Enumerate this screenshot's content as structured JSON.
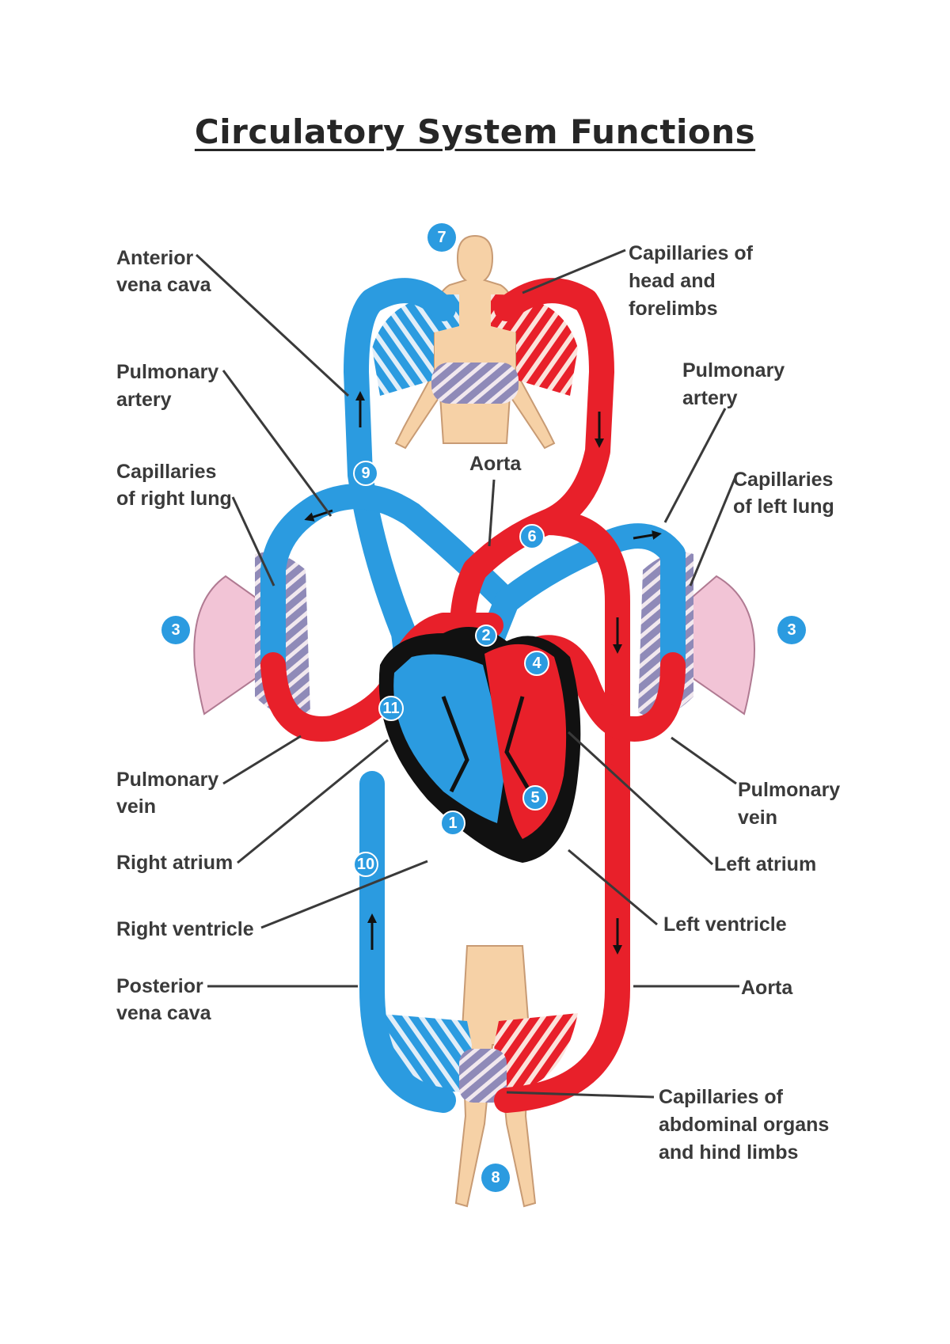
{
  "page": {
    "title": "Circulatory System Functions"
  },
  "labels": {
    "anterior_vena_cava": [
      "Anterior",
      "vena cava"
    ],
    "capillaries_head": [
      "Capillaries of",
      "head and",
      "forelimbs"
    ],
    "pulmonary_artery_left": [
      "Pulmonary",
      "artery"
    ],
    "pulmonary_artery_right": [
      "Pulmonary",
      "artery"
    ],
    "capillaries_right_lung": [
      "Capillaries",
      "of right lung"
    ],
    "aorta_top": "Aorta",
    "capillaries_left_lung": [
      "Capillaries",
      "of left lung"
    ],
    "pulmonary_vein_left": [
      "Pulmonary",
      "vein"
    ],
    "pulmonary_vein_right": [
      "Pulmonary",
      "vein"
    ],
    "right_atrium": "Right atrium",
    "left_atrium": "Left atrium",
    "right_ventricle": "Right ventricle",
    "left_ventricle": "Left ventricle",
    "posterior_vena_cava": [
      "Posterior",
      "vena cava"
    ],
    "aorta_bottom": "Aorta",
    "capillaries_abdominal": [
      "Capillaries of",
      "abdominal organs",
      "and hind limbs"
    ]
  },
  "step_numbers": {
    "n7": "7",
    "n3_left": "3",
    "n3_right": "3",
    "n8": "8",
    "n9": "9",
    "n6": "6",
    "n4": "4",
    "n5": "5",
    "n1": "1",
    "n11": "11",
    "n2": "2",
    "n10": "10"
  },
  "colors": {
    "oxygenated": "#e8202a",
    "deoxygenated": "#2b9be0",
    "heart_outline": "#111111",
    "skin": "#f6d1a6",
    "lung": "#f2c4d6",
    "capillary": "#8f8ab8",
    "step_badge": "#2b9be0"
  }
}
